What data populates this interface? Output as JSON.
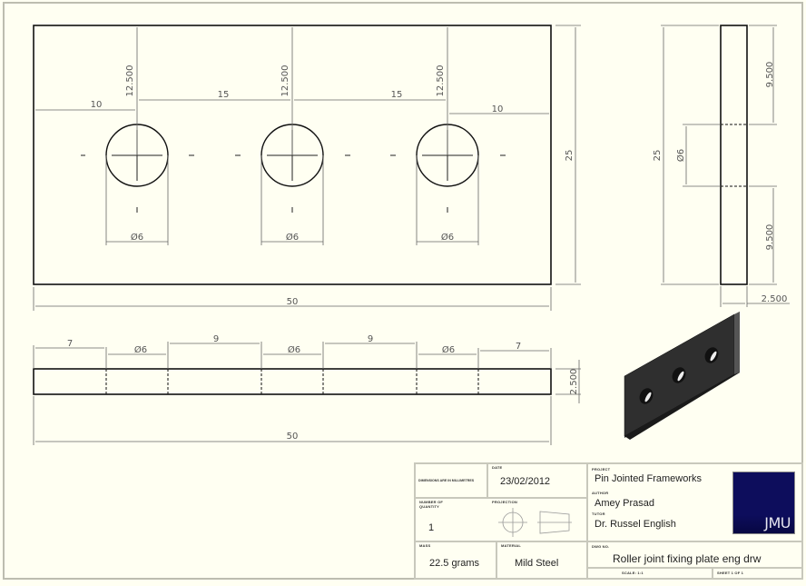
{
  "drawing": {
    "front_view": {
      "dims": {
        "hole_offset_top": "12.500",
        "left_offset": "10",
        "spacing_1": "15",
        "spacing_2": "15",
        "right_offset": "10",
        "hole_dia": "Ø6",
        "height": "25",
        "width": "50"
      }
    },
    "side_view": {
      "dims": {
        "height": "25",
        "top_gap": "9.500",
        "bottom_gap": "9.500",
        "hole_dia": "Ø6",
        "thickness": "2.500"
      }
    },
    "top_view": {
      "dims": {
        "seg_1": "7",
        "hole_1": "Ø6",
        "seg_2": "9",
        "hole_2": "Ø6",
        "seg_3": "9",
        "hole_3": "Ø6",
        "seg_4": "7",
        "thickness": "2.500",
        "width": "50"
      }
    },
    "iso_view": {
      "label": "isometric-view"
    }
  },
  "title_block": {
    "units_note": "DIMENSIONS ARE IN MILLIMETRES",
    "date_label": "DATE",
    "date": "23/02/2012",
    "quantity_label": "NUMBER OF QUANTITY",
    "quantity": "1",
    "projection_label": "PROJECTION",
    "mass_label": "MASS",
    "mass": "22.5 grams",
    "material_label": "MATERIAL",
    "material": "Mild Steel",
    "project_label": "PROJECT",
    "project": "Pin Jointed Frameworks",
    "author_label": "AUTHOR",
    "author": "Amey Prasad",
    "tutor_label": "TUTOR",
    "tutor": "Dr. Russel English",
    "dwg_label": "DWG NO.",
    "dwg_title": "Roller joint fixing plate eng drw",
    "scale": "SCALE: 1:1",
    "sheet": "SHEET 1 OF 1",
    "logo": "JMU"
  },
  "colors": {
    "paper": "#fffff2",
    "line": "#111111",
    "dim": "#666666",
    "logo_bg": "#0d0d5c"
  }
}
